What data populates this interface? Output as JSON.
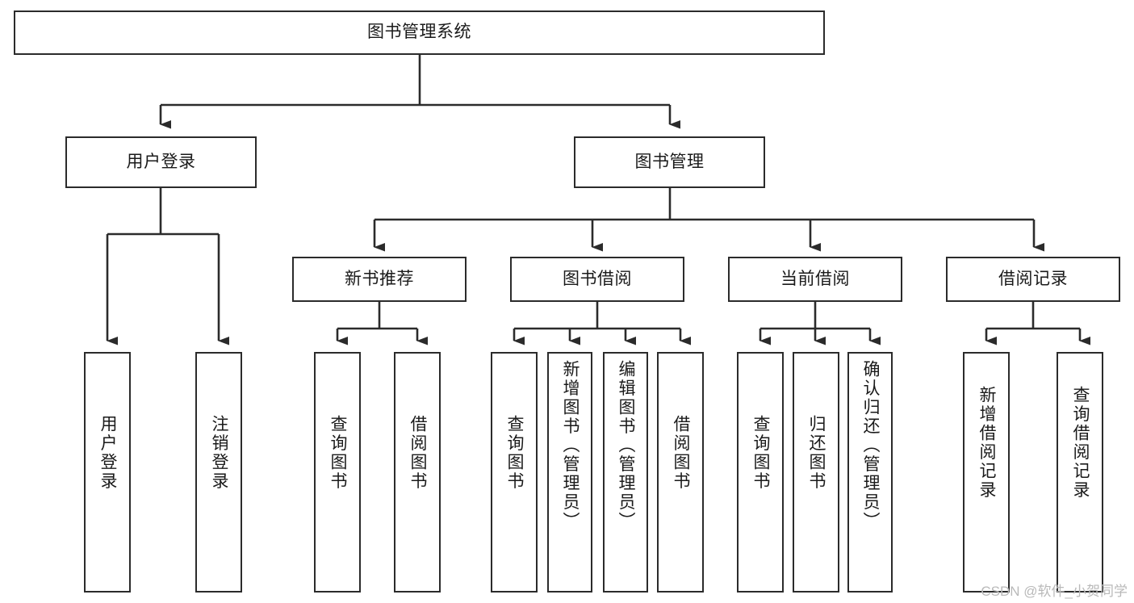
{
  "diagram": {
    "type": "tree-hierarchy",
    "title": "图书管理系统",
    "watermark": "CSDN @软件_小贺同学",
    "colors": {
      "stroke": "#2b2b2b",
      "fill": "#ffffff",
      "text": "#1a1a1a",
      "watermark": "#b9b9b9"
    },
    "nodes": {
      "root": {
        "label": "图书管理系统",
        "level": 1,
        "orientation": "horizontal"
      },
      "l2": [
        {
          "id": "user-login",
          "label": "用户登录",
          "level": 2,
          "orientation": "horizontal"
        },
        {
          "id": "book-mgmt",
          "label": "图书管理",
          "level": 2,
          "orientation": "horizontal"
        }
      ],
      "l3": [
        {
          "id": "new-book-rec",
          "label": "新书推荐",
          "level": 3,
          "orientation": "horizontal"
        },
        {
          "id": "book-borrow",
          "label": "图书借阅",
          "level": 3,
          "orientation": "horizontal"
        },
        {
          "id": "current-borrow",
          "label": "当前借阅",
          "level": 3,
          "orientation": "horizontal"
        },
        {
          "id": "borrow-record",
          "label": "借阅记录",
          "level": 3,
          "orientation": "horizontal"
        }
      ],
      "leaves": [
        {
          "id": "leaf-user-login",
          "label": "用户登录",
          "parent": "user-login",
          "orientation": "vertical"
        },
        {
          "id": "leaf-user-logout",
          "label": "注销登录",
          "parent": "user-login",
          "orientation": "vertical"
        },
        {
          "id": "leaf-query-book-1",
          "label": "查询图书",
          "parent": "new-book-rec",
          "orientation": "vertical"
        },
        {
          "id": "leaf-borrow-book-1",
          "label": "借阅图书",
          "parent": "new-book-rec",
          "orientation": "vertical"
        },
        {
          "id": "leaf-query-book-2",
          "label": "查询图书",
          "parent": "book-borrow",
          "orientation": "vertical"
        },
        {
          "id": "leaf-add-book",
          "label": "新增图书（管理员）",
          "parent": "book-borrow",
          "orientation": "vertical"
        },
        {
          "id": "leaf-edit-book",
          "label": "编辑图书（管理员）",
          "parent": "book-borrow",
          "orientation": "vertical"
        },
        {
          "id": "leaf-borrow-book-2",
          "label": "借阅图书",
          "parent": "book-borrow",
          "orientation": "vertical"
        },
        {
          "id": "leaf-query-book-3",
          "label": "查询图书",
          "parent": "current-borrow",
          "orientation": "vertical"
        },
        {
          "id": "leaf-return-book",
          "label": "归还图书",
          "parent": "current-borrow",
          "orientation": "vertical"
        },
        {
          "id": "leaf-confirm-return",
          "label": "确认归还（管理员）",
          "parent": "current-borrow",
          "orientation": "vertical"
        },
        {
          "id": "leaf-add-record",
          "label": "新增借阅记录",
          "parent": "borrow-record",
          "orientation": "vertical"
        },
        {
          "id": "leaf-query-record",
          "label": "查询借阅记录",
          "parent": "borrow-record",
          "orientation": "vertical"
        }
      ]
    }
  }
}
